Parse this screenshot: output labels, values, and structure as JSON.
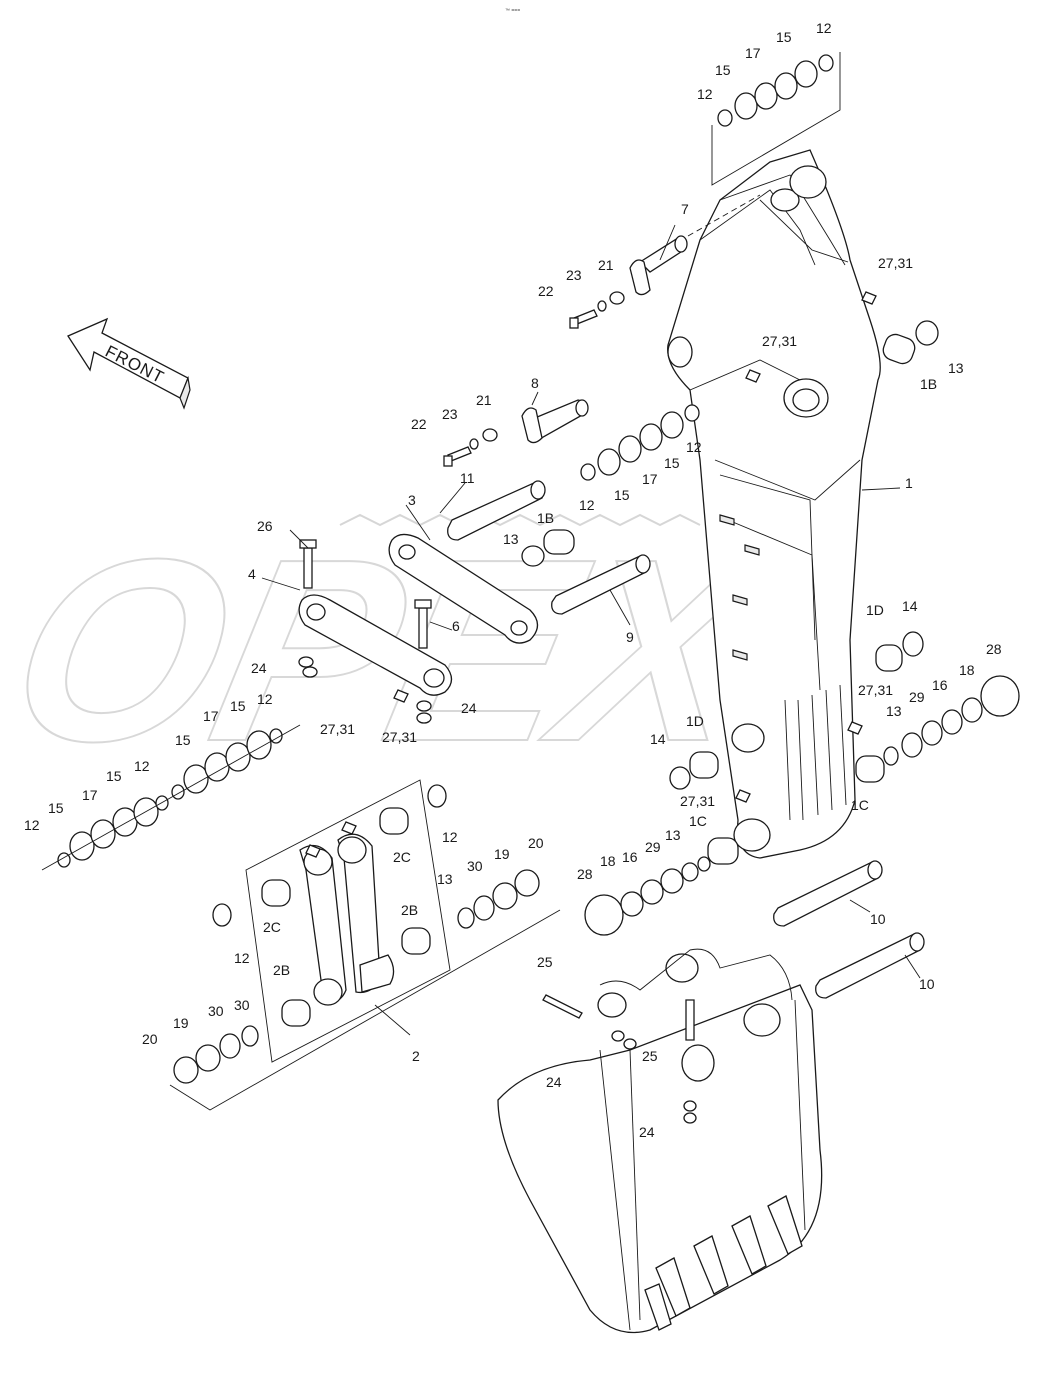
{
  "header_mark": "™ ===",
  "direction_label": "FRONT",
  "watermark": "OPEX",
  "callouts": [
    "1",
    "1B",
    "1B",
    "1C",
    "1C",
    "1D",
    "1D",
    "2",
    "2B",
    "2B",
    "2C",
    "2C",
    "3",
    "4",
    "6",
    "7",
    "8",
    "9",
    "10",
    "10",
    "11",
    "12",
    "13",
    "14",
    "15",
    "16",
    "17",
    "18",
    "19",
    "20",
    "21",
    "22",
    "23",
    "24",
    "25",
    "26",
    "27,31",
    "28",
    "29",
    "30"
  ]
}
